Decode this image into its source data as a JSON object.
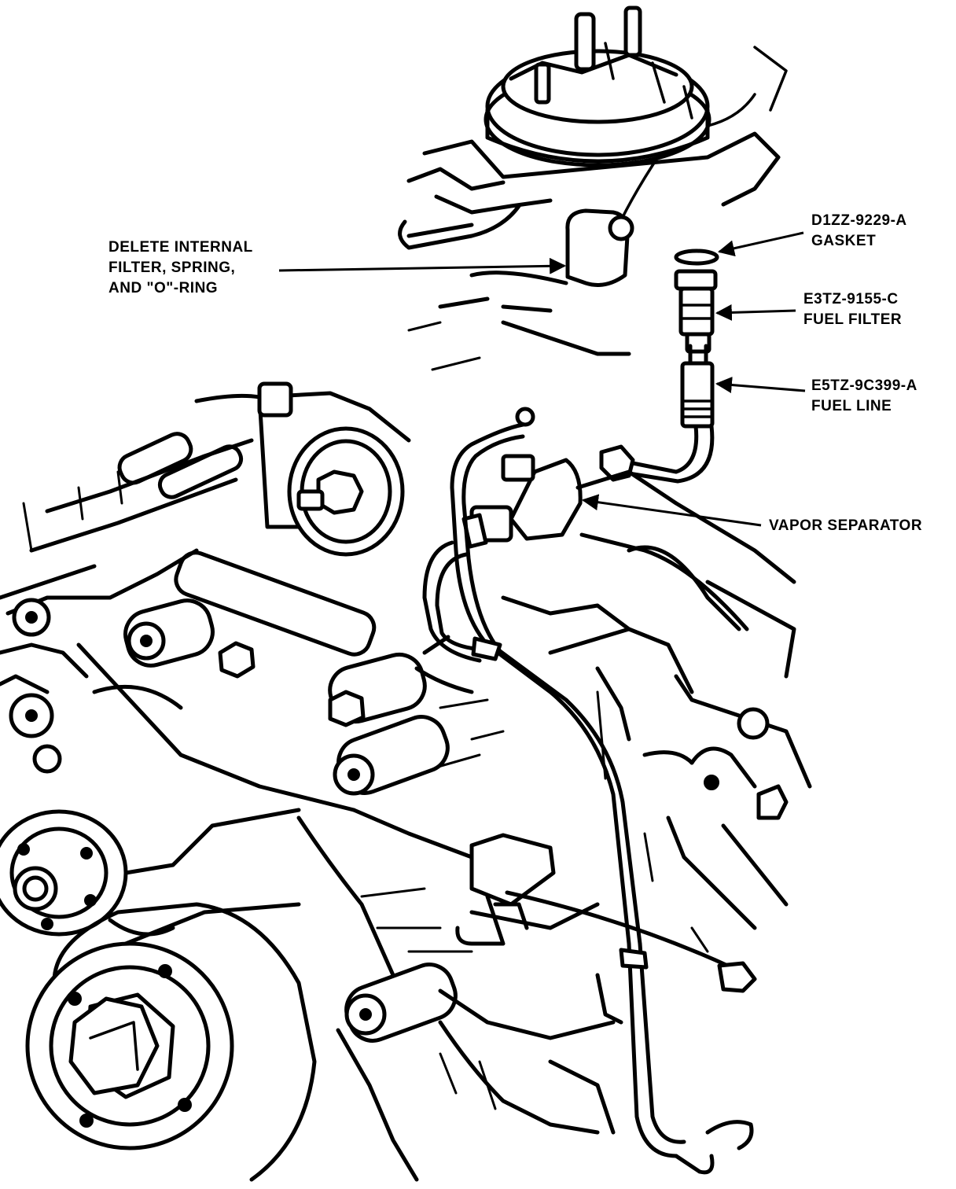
{
  "callouts": {
    "delete_internal": {
      "line1": "DELETE INTERNAL",
      "line2": "FILTER, SPRING,",
      "line3": "AND \"O\"-RING"
    },
    "gasket": {
      "part_number": "D1ZZ-9229-A",
      "name": "GASKET"
    },
    "fuel_filter": {
      "part_number": "E3TZ-9155-C",
      "name": "FUEL FILTER"
    },
    "fuel_line": {
      "part_number": "E5TZ-9C399-A",
      "name": "FUEL LINE"
    },
    "vapor_separator": {
      "name": "VAPOR SEPARATOR"
    }
  }
}
